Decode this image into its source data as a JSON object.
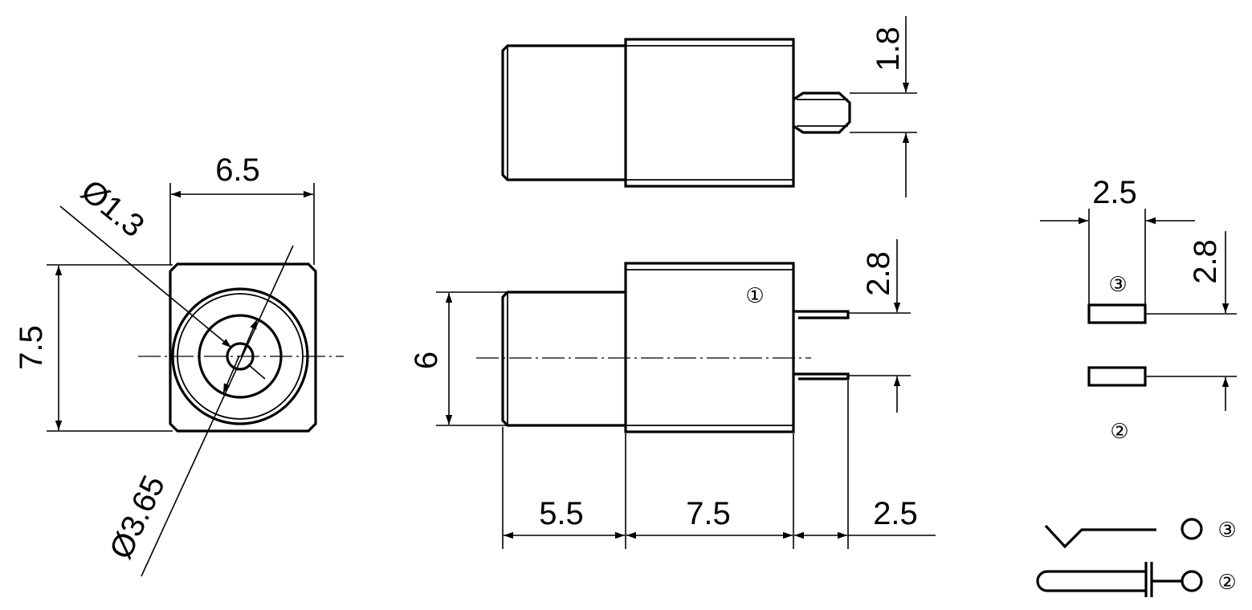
{
  "dimensions": {
    "front_width": "6.5",
    "front_height": "7.5",
    "center_hole_dia": "Ø1.3",
    "inner_ring_dia": "Ø3.65",
    "top_pin_offset": "1.8",
    "side_height": "6",
    "side_pin_pitch": "2.8",
    "len_nose": "5.5",
    "len_body": "7.5",
    "len_pin": "2.5",
    "pcb_width": "2.5",
    "pcb_pitch": "2.8"
  },
  "markers": {
    "one": "①",
    "two": "②",
    "three": "③"
  },
  "colors": {
    "line": "#000000",
    "background": "#ffffff"
  }
}
